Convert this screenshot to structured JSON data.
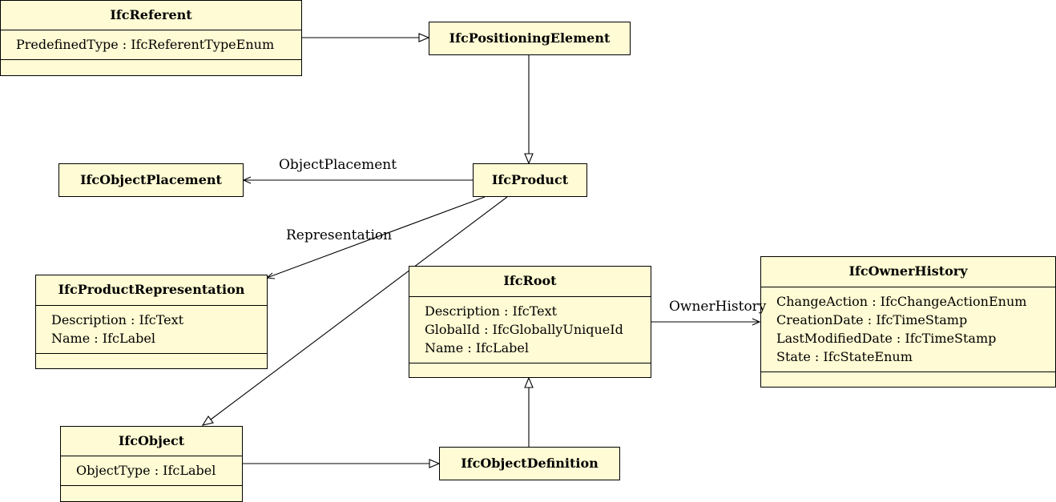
{
  "classes": {
    "ifc_referent": {
      "name": "IfcReferent",
      "attributes": [
        "PredefinedType : IfcReferentTypeEnum"
      ]
    },
    "ifc_positioning_element": {
      "name": "IfcPositioningElement"
    },
    "ifc_product": {
      "name": "IfcProduct"
    },
    "ifc_object_placement": {
      "name": "IfcObjectPlacement"
    },
    "ifc_product_representation": {
      "name": "IfcProductRepresentation",
      "attributes": [
        "Description : IfcText",
        "Name : IfcLabel"
      ]
    },
    "ifc_root": {
      "name": "IfcRoot",
      "attributes": [
        "Description : IfcText",
        "GlobalId : IfcGloballyUniqueId",
        "Name : IfcLabel"
      ]
    },
    "ifc_owner_history": {
      "name": "IfcOwnerHistory",
      "attributes": [
        "ChangeAction : IfcChangeActionEnum",
        "CreationDate : IfcTimeStamp",
        "LastModifiedDate : IfcTimeStamp",
        "State : IfcStateEnum"
      ]
    },
    "ifc_object": {
      "name": "IfcObject",
      "attributes": [
        "ObjectType : IfcLabel"
      ]
    },
    "ifc_object_definition": {
      "name": "IfcObjectDefinition"
    }
  },
  "associations": {
    "object_placement": "ObjectPlacement",
    "representation": "Representation",
    "owner_history": "OwnerHistory"
  },
  "colors": {
    "class_fill": "#fffbd4",
    "line": "#000000"
  }
}
